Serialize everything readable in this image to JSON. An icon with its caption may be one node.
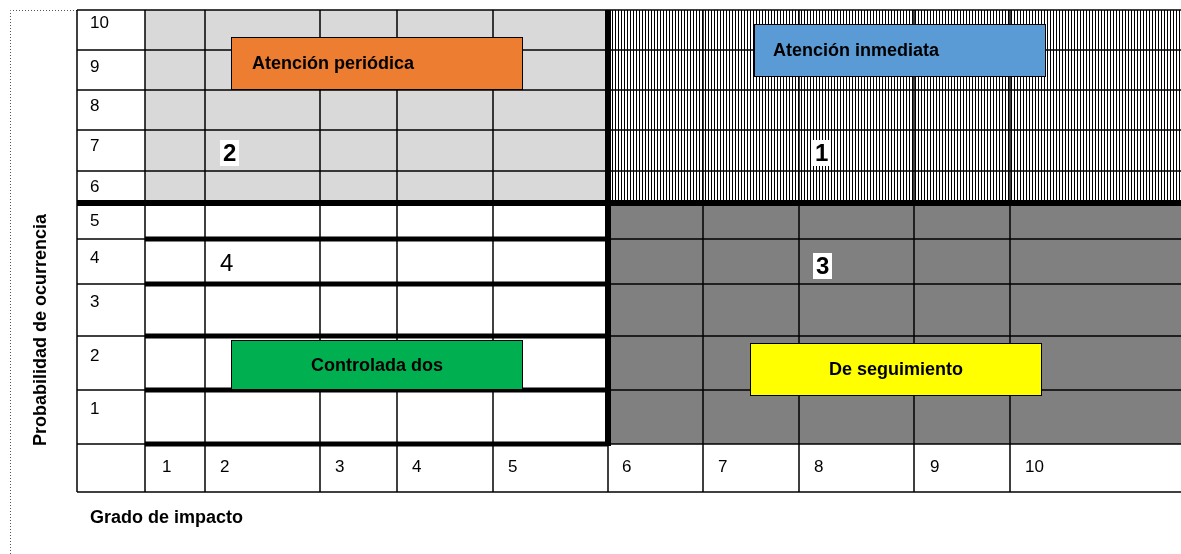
{
  "diagram": {
    "nodes": [
      {
        "text": [
          "Atención periódica"
        ]
      },
      {
        "text": [
          "Atención inmediata"
        ]
      },
      {
        "text": [
          "Controlada dos"
        ]
      },
      {
        "text": [
          "De seguimiento"
        ]
      }
    ],
    "labels": [
      "Probabilidad de ocurrencia",
      "10",
      "9",
      "8",
      "7",
      "2",
      "1",
      "6",
      "5",
      "4",
      "4",
      "3",
      "3",
      "2",
      "1",
      "1",
      "2",
      "3",
      "4",
      "5",
      "6",
      "7",
      "8",
      "9",
      "10",
      "Grado de impacto"
    ]
  }
}
